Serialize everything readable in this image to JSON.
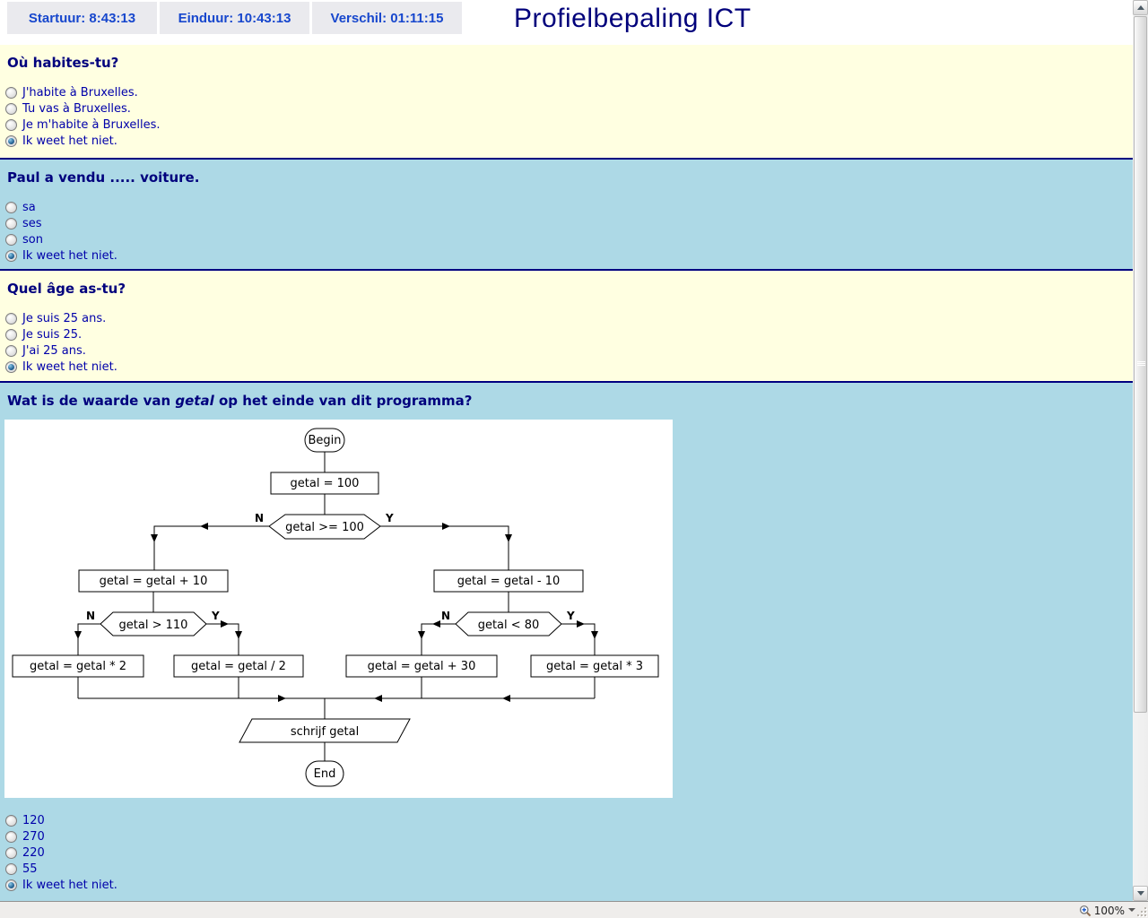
{
  "header": {
    "timers": [
      "Startuur: 8:43:13",
      "Einduur: 10:43:13",
      "Verschil: 01:11:15"
    ],
    "title": "Profielbepaling ICT"
  },
  "questions": [
    {
      "title": "Où habites-tu?",
      "options": [
        "J'habite à Bruxelles.",
        "Tu vas à Bruxelles.",
        "Je m'habite à Bruxelles.",
        "Ik weet het niet."
      ],
      "selected": "Ik weet het niet."
    },
    {
      "title": "Paul a vendu ..... voiture.",
      "options": [
        "sa",
        "ses",
        "son",
        "Ik weet het niet."
      ],
      "selected": "Ik weet het niet."
    },
    {
      "title": "Quel âge as-tu?",
      "options": [
        "Je suis 25 ans.",
        "Je suis 25.",
        "J'ai 25 ans.",
        "Ik weet het niet."
      ],
      "selected": "Ik weet het niet."
    },
    {
      "title_prefix": "Wat is de waarde van ",
      "title_italic": "getal",
      "title_suffix": " op het einde van dit programma?",
      "options": [
        "120",
        "270",
        "220",
        "55",
        "Ik weet het niet."
      ],
      "selected": "Ik weet het niet."
    }
  ],
  "flowchart": {
    "type": "flowchart",
    "nodes": {
      "begin": "Begin",
      "init": "getal = 100",
      "decision_main": "getal >= 100",
      "no_add": "getal = getal + 10",
      "decision_left": "getal > 110",
      "left_no": "getal = getal * 2",
      "left_yes": "getal = getal / 2",
      "yes_sub": "getal = getal - 10",
      "decision_right": "getal < 80",
      "right_no": "getal = getal + 30",
      "right_yes": "getal = getal * 3",
      "output": "schrijf getal",
      "end": "End"
    },
    "edge_labels": {
      "no": "N",
      "yes": "Y"
    },
    "edges": [
      [
        "begin",
        "init"
      ],
      [
        "init",
        "decision_main"
      ],
      [
        "decision_main:N",
        "no_add"
      ],
      [
        "decision_main:Y",
        "yes_sub"
      ],
      [
        "no_add",
        "decision_left"
      ],
      [
        "decision_left:N",
        "left_no"
      ],
      [
        "decision_left:Y",
        "left_yes"
      ],
      [
        "yes_sub",
        "decision_right"
      ],
      [
        "decision_right:N",
        "right_no"
      ],
      [
        "decision_right:Y",
        "right_yes"
      ],
      [
        "left_no",
        "output"
      ],
      [
        "left_yes",
        "output"
      ],
      [
        "right_no",
        "output"
      ],
      [
        "right_yes",
        "output"
      ],
      [
        "output",
        "end"
      ]
    ]
  },
  "status_bar": {
    "zoom_level": "100%"
  },
  "colors": {
    "section_yellow": "#ffffe1",
    "section_blue": "#add9e6",
    "section_border": "#000080",
    "question_title": "#00007d",
    "option_text": "#0000aa",
    "timer_text": "#1747cd",
    "page_title": "#00007b"
  }
}
